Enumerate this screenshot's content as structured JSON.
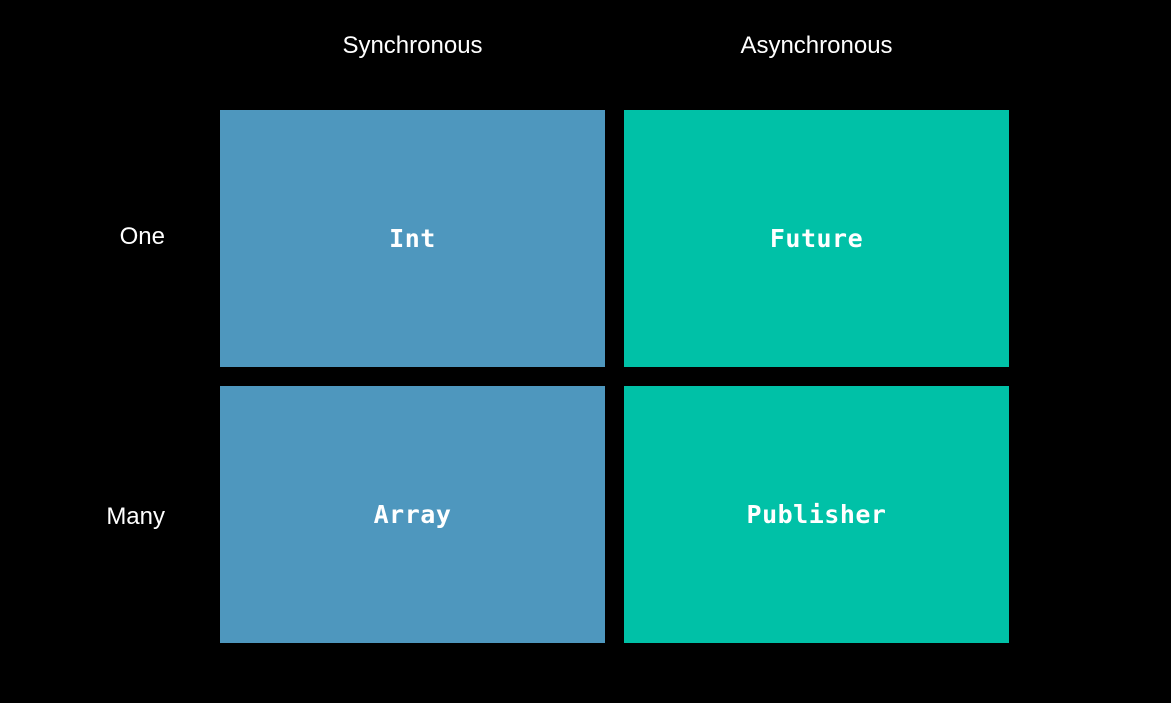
{
  "columns": {
    "sync": "Synchronous",
    "async": "Asynchronous"
  },
  "rows": {
    "one": "One",
    "many": "Many"
  },
  "cells": {
    "one_sync": "Int",
    "one_async": "Future",
    "many_sync": "Array",
    "many_async": "Publisher"
  },
  "colors": {
    "background": "#000000",
    "sync": "#4e97be",
    "async": "#00c1a7",
    "text": "#ffffff"
  }
}
